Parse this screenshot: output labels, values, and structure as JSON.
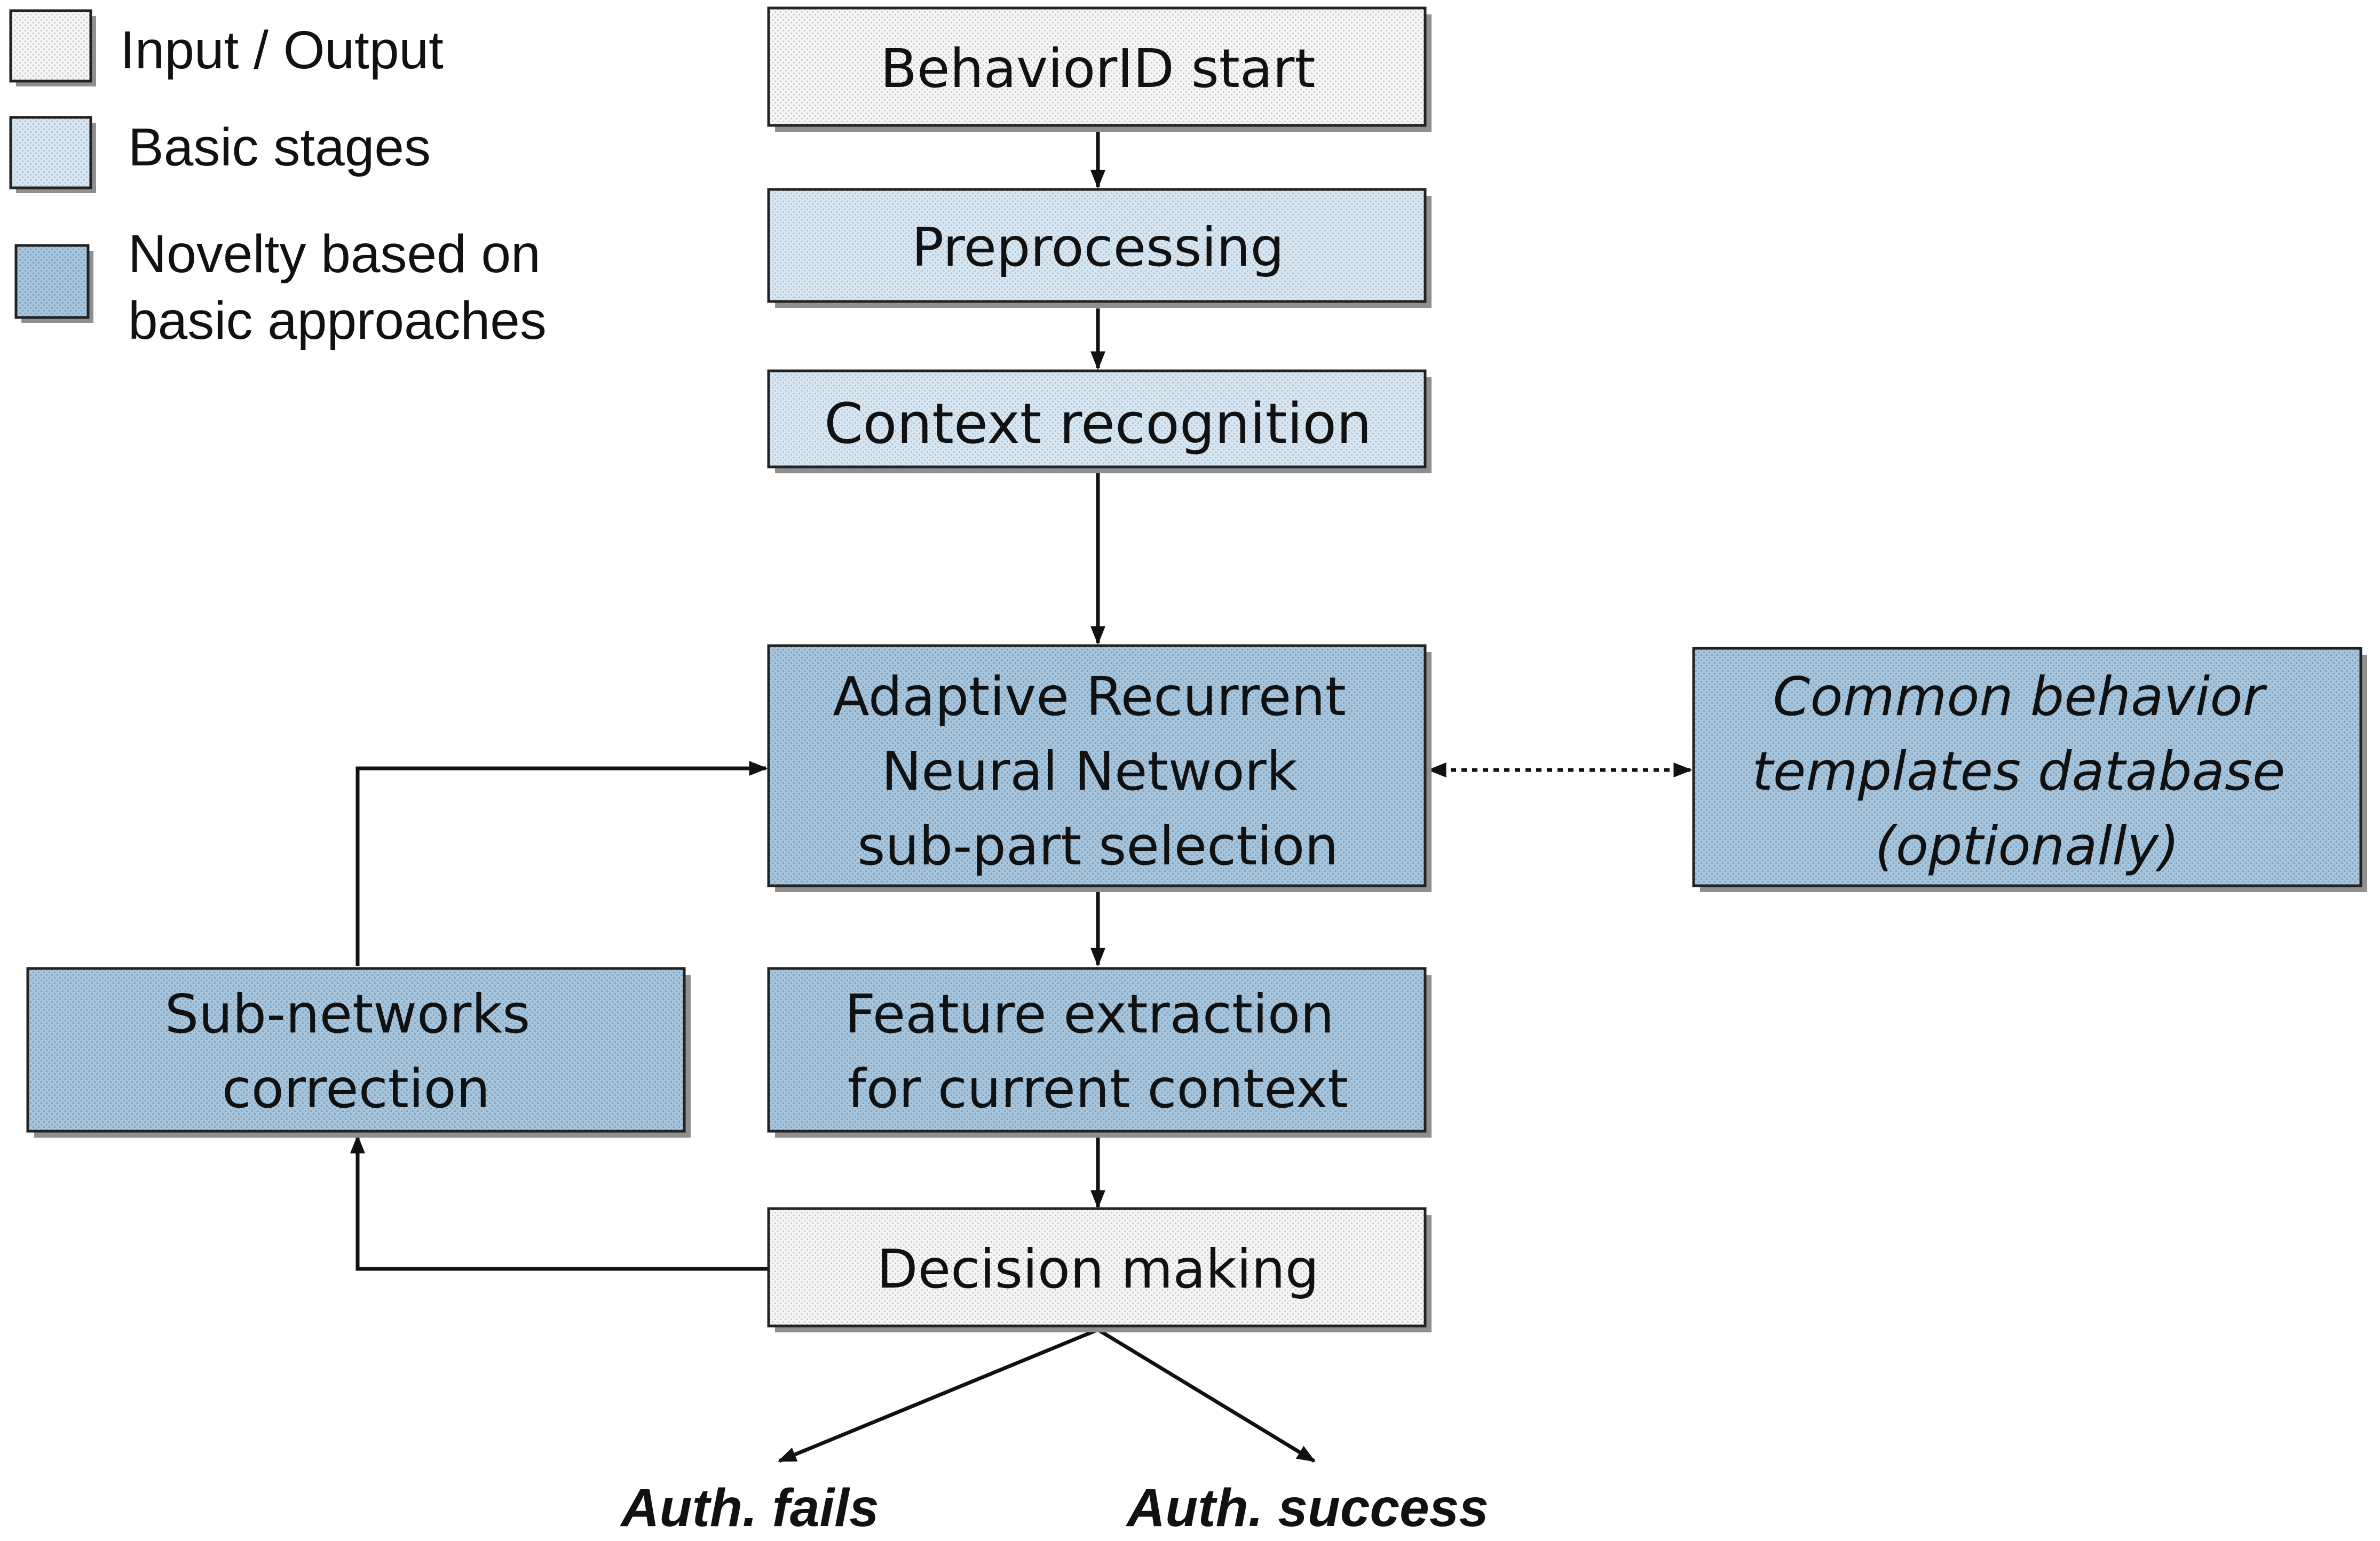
{
  "legend": {
    "io": "Input / Output",
    "basic": "Basic stages",
    "novelty": [
      "Novelty  based on",
      "basic approaches"
    ]
  },
  "nodes": {
    "start": [
      "BehaviorID start"
    ],
    "preprocessing": [
      "Preprocessing"
    ],
    "context": [
      "Context recognition"
    ],
    "arnn": [
      "Adaptive Recurrent",
      "Neural Network",
      "sub-part selection"
    ],
    "templates": [
      "Common behavior",
      "templates database",
      "(optionally)"
    ],
    "subnet": [
      "Sub-networks",
      "correction"
    ],
    "feature": [
      "Feature extraction",
      "for current context"
    ],
    "decision": [
      "Decision making"
    ]
  },
  "outcomes": {
    "fails": "Auth. fails",
    "success": "Auth. success"
  },
  "colors": {
    "io_fill": "#f4f4f4",
    "basic_fill": "#d3e3ee",
    "novelty_fill": "#a2c1da",
    "border": "#222222",
    "arrow": "#111111"
  }
}
